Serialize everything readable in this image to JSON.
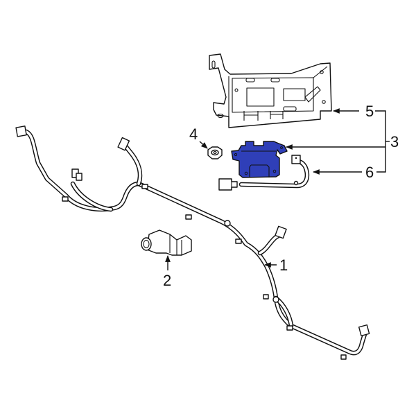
{
  "diagram": {
    "type": "exploded-parts-diagram",
    "subject": "Parking aid sensor system",
    "highlight_color": "#2f3fb8",
    "line_color": "#111111",
    "background": "#ffffff",
    "callouts": [
      {
        "id": "1",
        "label": "1",
        "part": "wiring-harness"
      },
      {
        "id": "2",
        "label": "2",
        "part": "parking-sensor"
      },
      {
        "id": "3",
        "label": "3",
        "part": "module-assembly"
      },
      {
        "id": "4",
        "label": "4",
        "part": "nut"
      },
      {
        "id": "5",
        "label": "5",
        "part": "mounting-bracket"
      },
      {
        "id": "6",
        "label": "6",
        "part": "control-module"
      }
    ]
  }
}
